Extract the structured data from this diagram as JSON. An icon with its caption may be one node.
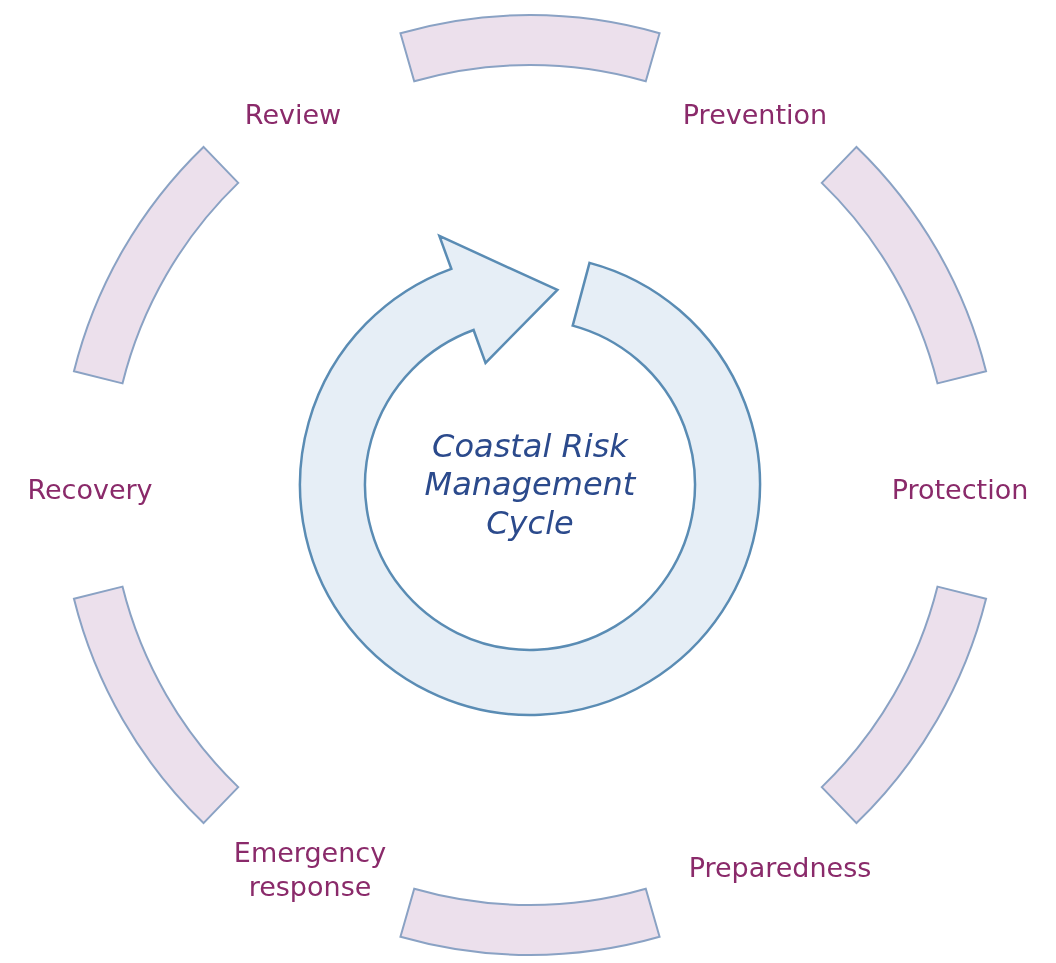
{
  "diagram": {
    "nodes": [
      {
        "text": [
          "Coastal Risk Management Cycle"
        ]
      },
      {
        "text": [],
        "shape": "band"
      },
      {
        "text": [],
        "shape": "band"
      },
      {
        "text": [],
        "shape": "band"
      },
      {
        "text": [],
        "shape": "band"
      },
      {
        "text": [],
        "shape": "band"
      },
      {
        "text": [],
        "shape": "band"
      }
    ],
    "edges": [],
    "labels": [
      "Review",
      "Prevention",
      "Recovery",
      "Protection",
      "Emergency response",
      "Preparedness"
    ]
  }
}
